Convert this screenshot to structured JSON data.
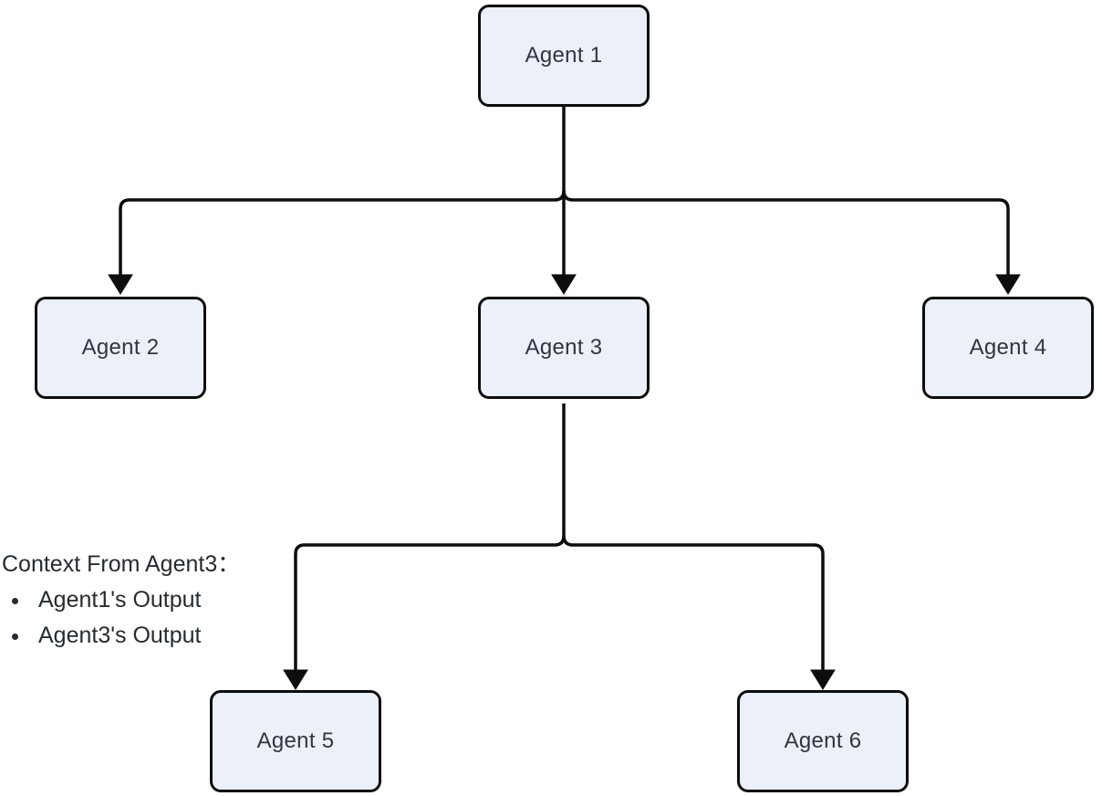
{
  "diagram": {
    "type": "flowchart-top-down",
    "nodes": [
      {
        "id": "agent1",
        "label": "Agent 1"
      },
      {
        "id": "agent2",
        "label": "Agent 2"
      },
      {
        "id": "agent3",
        "label": "Agent 3"
      },
      {
        "id": "agent4",
        "label": "Agent 4"
      },
      {
        "id": "agent5",
        "label": "Agent 5"
      },
      {
        "id": "agent6",
        "label": "Agent 6"
      }
    ],
    "edges": [
      {
        "from": "agent1",
        "to": "agent2"
      },
      {
        "from": "agent1",
        "to": "agent3"
      },
      {
        "from": "agent1",
        "to": "agent4"
      },
      {
        "from": "agent3",
        "to": "agent5"
      },
      {
        "from": "agent3",
        "to": "agent6"
      }
    ],
    "annotation": {
      "title": "Context From Agent3：",
      "bullets": [
        "Agent1's Output",
        "Agent3's Output"
      ]
    },
    "colors": {
      "background": "#FFFFFF",
      "node_fill": "#ECF0F9",
      "node_border": "#0D0D0D",
      "edge": "#0D0D0D",
      "text": "#2F3640"
    }
  }
}
